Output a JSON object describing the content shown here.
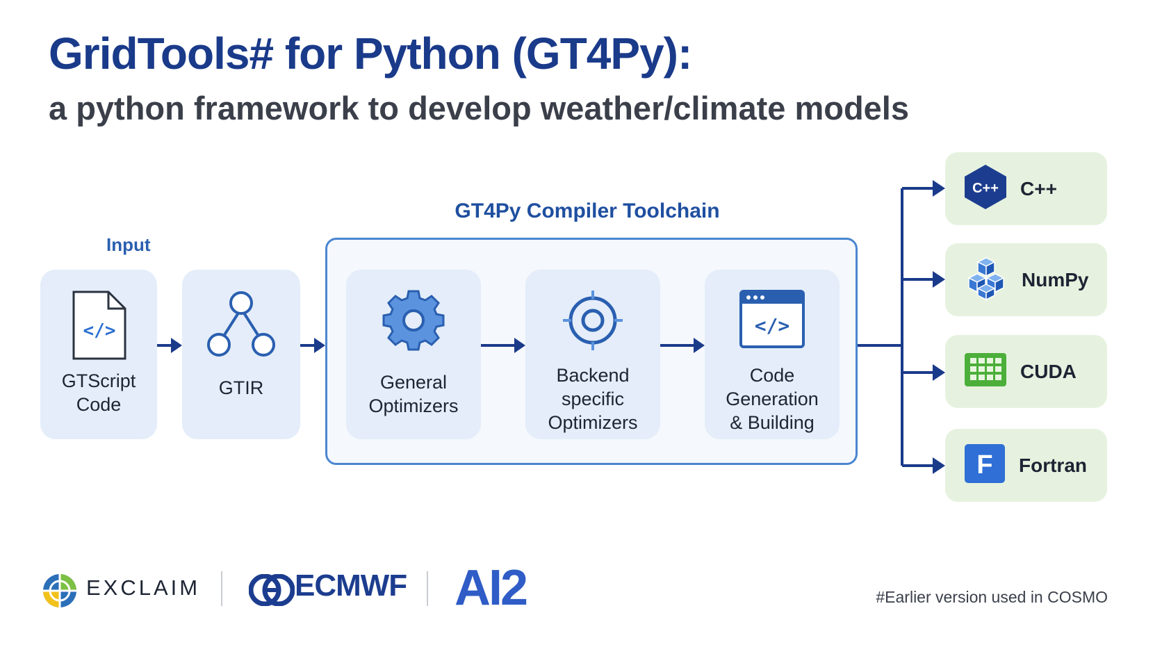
{
  "header": {
    "title": "GridTools# for Python (GT4Py):",
    "subtitle": "a python framework to develop weather/climate models"
  },
  "labels": {
    "input": "Input",
    "toolchain": "GT4Py Compiler Toolchain"
  },
  "nodes": {
    "gtscript": "GTScript\nCode",
    "gtir": "GTIR",
    "general": "General\nOptimizers",
    "backend": "Backend\nspecific\nOptimizers",
    "codegen": "Code\nGeneration\n& Building"
  },
  "targets": {
    "cpp": {
      "label": "C++",
      "badge": "C++"
    },
    "numpy": {
      "label": "NumPy"
    },
    "cuda": {
      "label": "CUDA"
    },
    "fortran": {
      "label": "Fortran",
      "badge": "F"
    }
  },
  "logos": {
    "exclaim": "EXCLAIM",
    "ecmwf": "ECMWF",
    "ai2": "AI2"
  },
  "footnote": "#Earlier version used in COSMO",
  "colors": {
    "navy": "#1a3a8a",
    "accent": "#2a5fb0",
    "node_bg": "#e4edf9",
    "target_bg": "#e6f2df"
  }
}
